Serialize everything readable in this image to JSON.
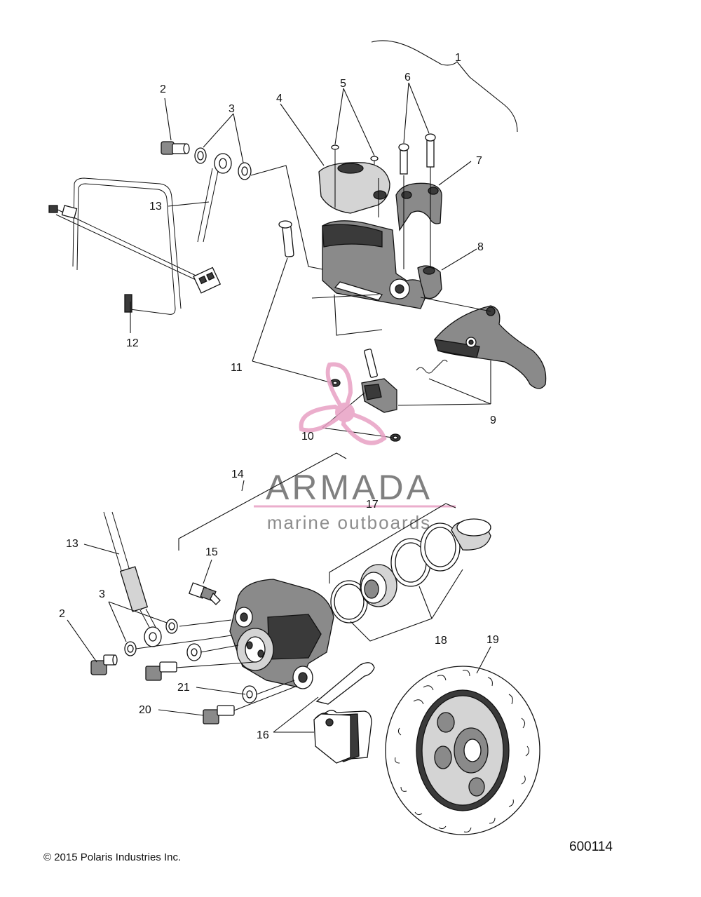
{
  "callouts": {
    "c1": "1",
    "c2a": "2",
    "c3a": "3",
    "c4": "4",
    "c5": "5",
    "c6": "6",
    "c7": "7",
    "c8": "8",
    "c9": "9",
    "c10": "10",
    "c11": "11",
    "c12": "12",
    "c13a": "13",
    "c14": "14",
    "c13b": "13",
    "c15": "15",
    "c17": "17",
    "c3b": "3",
    "c2b": "2",
    "c18": "18",
    "c19": "19",
    "c21": "21",
    "c20": "20",
    "c16": "16"
  },
  "watermark": {
    "word": "ARMADA",
    "tagline": "marine outboards",
    "accent_color": "#e8a0c4",
    "text_color": "#6a6a6a"
  },
  "footer": {
    "copyright": "© 2015 Polaris Industries Inc.",
    "figure_number": "600114"
  }
}
